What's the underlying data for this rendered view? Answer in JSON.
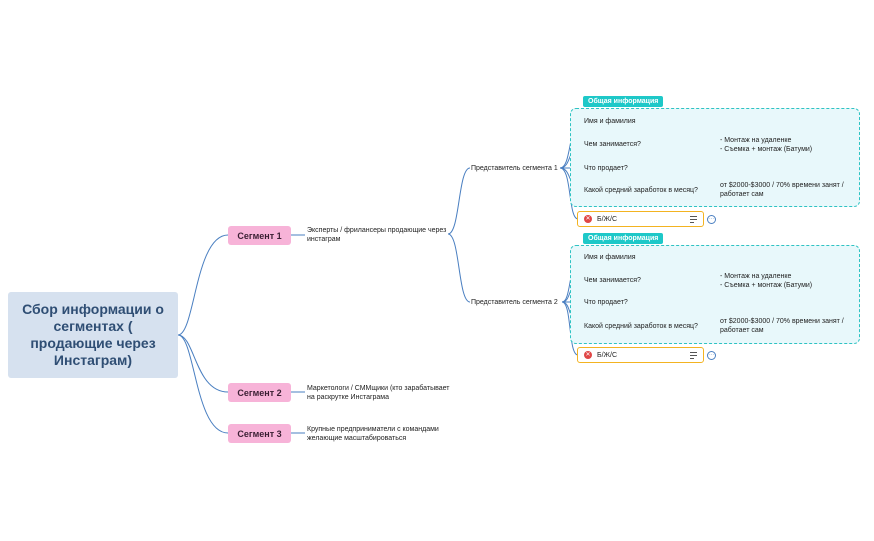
{
  "root": {
    "title": "Сбор информации о сегментах ( продающие через Инстаграм)"
  },
  "segments": [
    {
      "label": "Сегмент 1",
      "description": "Эксперты / фрилансеры продающие через инстаграм"
    },
    {
      "label": "Сегмент 2",
      "description": "Маркетологи / СММщики (кто зарабатывает на раскрутке Инстаграма"
    },
    {
      "label": "Сегмент 3",
      "description": "Крупные предприниматели с командами желающие масштабироваться"
    }
  ],
  "representatives": [
    {
      "label": "Представитель сегмента 1",
      "tag": "Общая информация",
      "questions": [
        "Имя и фамилия",
        "Чем занимается?",
        "Что продает?",
        "Какой средний заработок в месяц?"
      ],
      "answers": {
        "occupation": [
          "- Монтаж на удаленке",
          "- Съемка + монтаж (Батуми)"
        ],
        "income": [
          "от $2000-$3000 / 70% времени занят /",
          "работает сам"
        ]
      },
      "bjs": "Б/Ж/С"
    },
    {
      "label": "Представитель сегмента 2",
      "tag": "Общая информация",
      "questions": [
        "Имя и фамилия",
        "Чем занимается?",
        "Что продает?",
        "Какой средний заработок в месяц?"
      ],
      "answers": {
        "occupation": [
          "- Монтаж на удаленке",
          "- Съемка + монтаж (Батуми)"
        ],
        "income": [
          "от $2000-$3000 / 70% времени занят /",
          "работает сам"
        ]
      },
      "bjs": "Б/Ж/С"
    }
  ],
  "colors": {
    "line": "#4a7fc1",
    "root_bg": "#d6e1ef",
    "segment_bg": "#f7b3d8",
    "tag_bg": "#1ec8c8",
    "box_border": "#2fc3c3",
    "bjs_border": "#f3b321"
  }
}
